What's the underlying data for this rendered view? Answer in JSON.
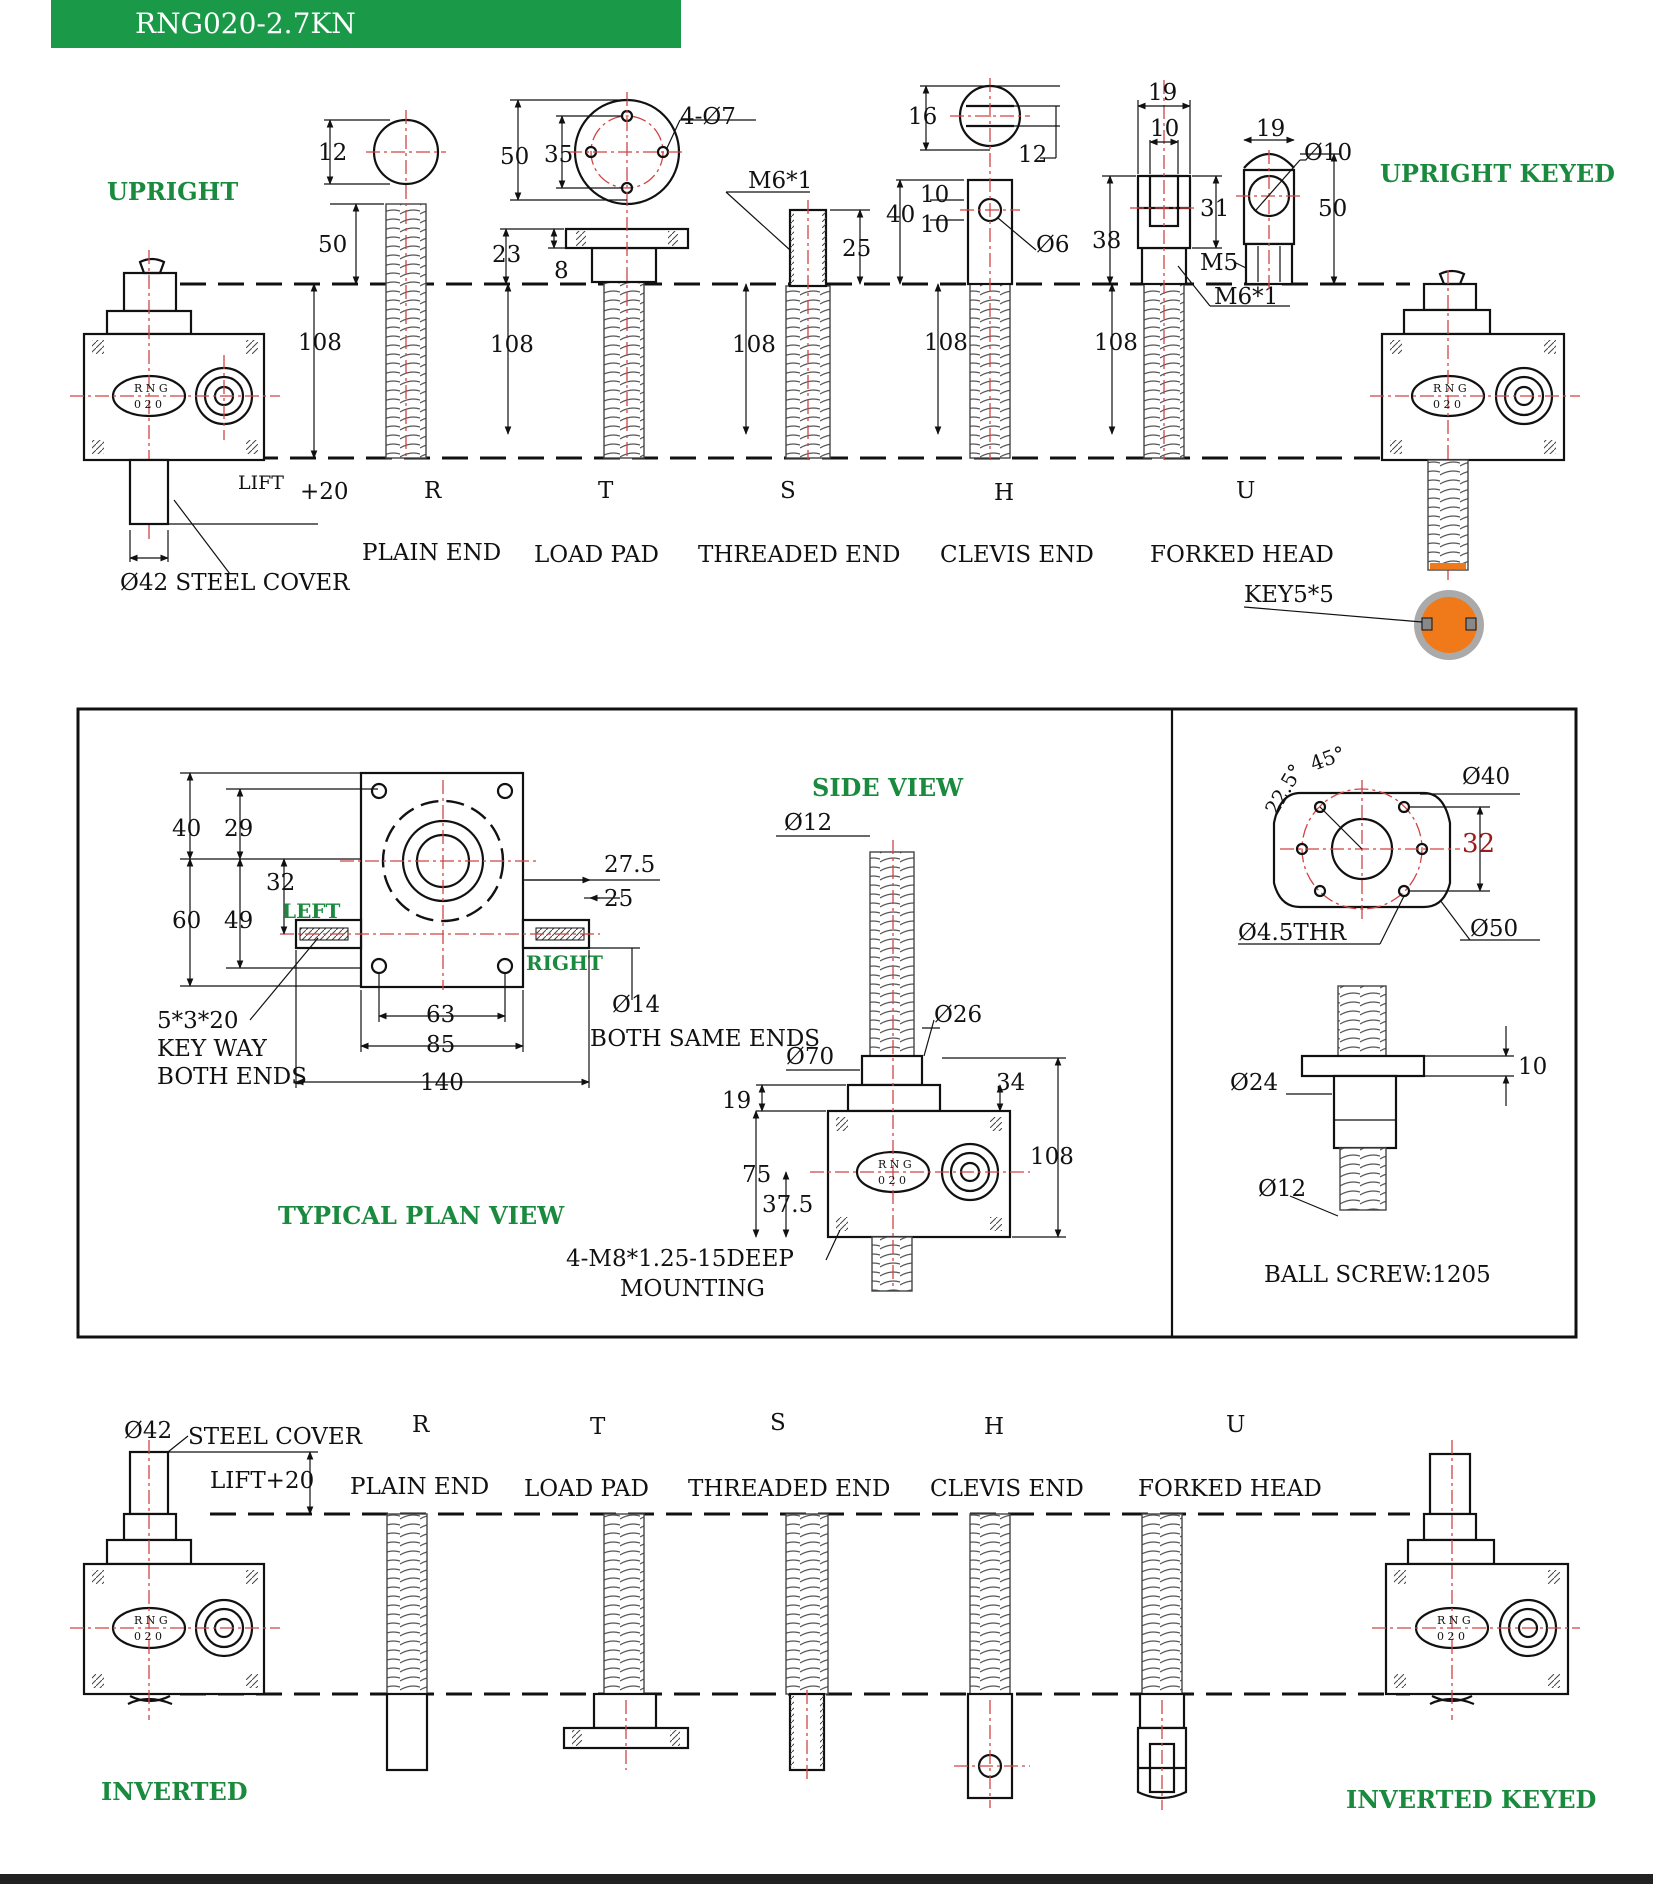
{
  "title": "RNG020-2.7KN",
  "colors": {
    "banner": "#1a9a48",
    "label_green": "#1a8a3e",
    "key_orange": "#f07a1a",
    "dim_red": "#9a1c1c"
  },
  "top": {
    "upright_label": "UPRIGHT",
    "upright_keyed_label": "UPRIGHT KEYED",
    "cover_label": "Ø42 STEEL COVER",
    "lift_label": "LIFT",
    "lift_value": "+20",
    "key_label": "KEY5*5",
    "ends": [
      {
        "code": "R",
        "name": "PLAIN END"
      },
      {
        "code": "T",
        "name": "LOAD PAD"
      },
      {
        "code": "S",
        "name": "THREADED END"
      },
      {
        "code": "H",
        "name": "CLEVIS END"
      },
      {
        "code": "U",
        "name": "FORKED HEAD"
      }
    ],
    "dims": {
      "r_dia": "12",
      "r_len": "50",
      "stroke": "108",
      "t_dia_out": "50",
      "t_dia_pcd": "35",
      "t_holes": "4-Ø7",
      "t_height": "23",
      "t_plate": "8",
      "s_thread": "M6*1",
      "s_len": "25",
      "h_width": "16",
      "h_slot": "12",
      "h_top": "10",
      "h_bottom": "10",
      "h_total": "40",
      "h_pin": "Ø6",
      "u_outer": "19",
      "u_slot": "10",
      "u_height": "31",
      "u_total": "38",
      "u_thread": "M6*1",
      "u_m5": "M5",
      "u2_width": "19",
      "u2_pin": "Ø10",
      "u2_height": "50"
    }
  },
  "plan": {
    "title": "TYPICAL PLAN VIEW",
    "left_label": "LEFT",
    "right_label": "RIGHT",
    "keyway": [
      "5*3*20",
      "KEY WAY",
      "BOTH ENDS"
    ],
    "shaft_dia": "Ø14",
    "same_ends": "BOTH SAME ENDS",
    "dims": {
      "d40": "40",
      "d29": "29",
      "d60": "60",
      "d49": "49",
      "d32": "32",
      "d27_5": "27.5",
      "d25": "25",
      "d63": "63",
      "d85": "85",
      "d140": "140"
    }
  },
  "side": {
    "title": "SIDE VIEW",
    "screw_dia": "Ø12",
    "boss_dia": "Ø26",
    "flange_dia": "Ø70",
    "d19": "19",
    "d34": "34",
    "d75": "75",
    "d37_5": "37.5",
    "d108": "108",
    "mounting": [
      "4-M8*1.25-15DEEP",
      "MOUNTING"
    ]
  },
  "ballnut": {
    "angle1": "22.5°",
    "angle2": "45°",
    "d40": "Ø40",
    "d32": "32",
    "holes": "Ø4.5THR",
    "d50": "Ø50",
    "d10": "10",
    "d24": "Ø24",
    "d12": "Ø12",
    "caption": "BALL SCREW:1205"
  },
  "bottom": {
    "inverted_label": "INVERTED",
    "inverted_keyed_label": "INVERTED KEYED",
    "cover_label": "Ø42",
    "cover_text": "STEEL COVER",
    "lift_label": "LIFT+20",
    "ends": [
      {
        "code": "R",
        "name": "PLAIN END"
      },
      {
        "code": "T",
        "name": "LOAD PAD"
      },
      {
        "code": "S",
        "name": "THREADED END"
      },
      {
        "code": "H",
        "name": "CLEVIS END"
      },
      {
        "code": "U",
        "name": "FORKED HEAD"
      }
    ]
  },
  "logo": {
    "top": "R N G",
    "bottom": "0 2 0"
  }
}
